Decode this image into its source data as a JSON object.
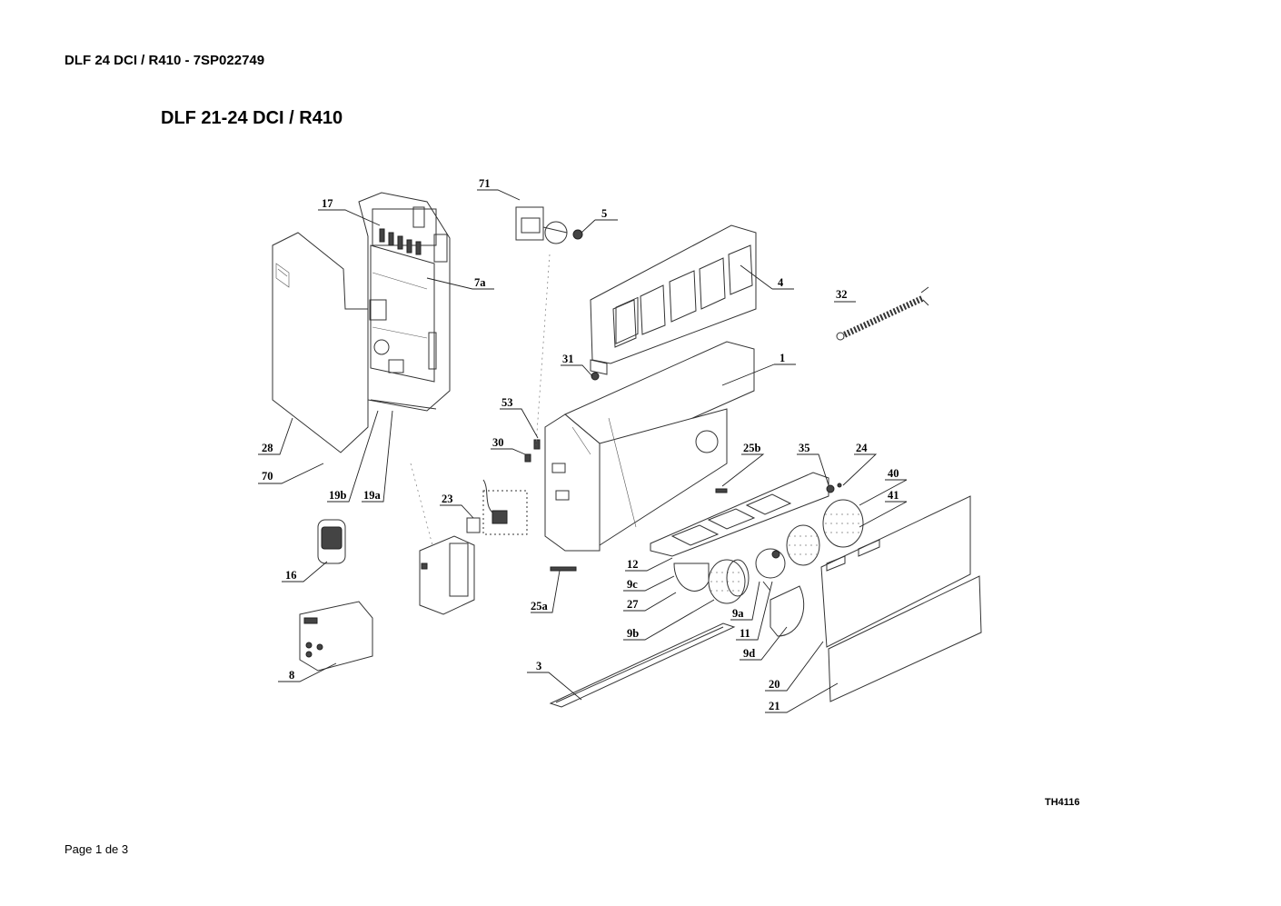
{
  "header": {
    "doc_id": "DLF 24 DCI / R410 - 7SP022749"
  },
  "title": "DLF 21-24 DCI / R410",
  "reference": "TH4116",
  "footer": {
    "page": "Page 1 de 3"
  },
  "callouts": {
    "c71": "71",
    "c5": "5",
    "c17": "17",
    "c7a": "7a",
    "c4": "4",
    "c32": "32",
    "c31": "31",
    "c1": "1",
    "c53": "53",
    "c30": "30",
    "c25b": "25b",
    "c35": "35",
    "c24": "24",
    "c40": "40",
    "c41": "41",
    "c28": "28",
    "c70": "70",
    "c19b": "19b",
    "c19a": "19a",
    "c23": "23",
    "c12": "12",
    "c9c": "9c",
    "c16": "16",
    "c25a": "25a",
    "c27": "27",
    "c9a": "9a",
    "c9b": "9b",
    "c11": "11",
    "c9d": "9d",
    "c8": "8",
    "c3": "3",
    "c20": "20",
    "c21": "21"
  }
}
